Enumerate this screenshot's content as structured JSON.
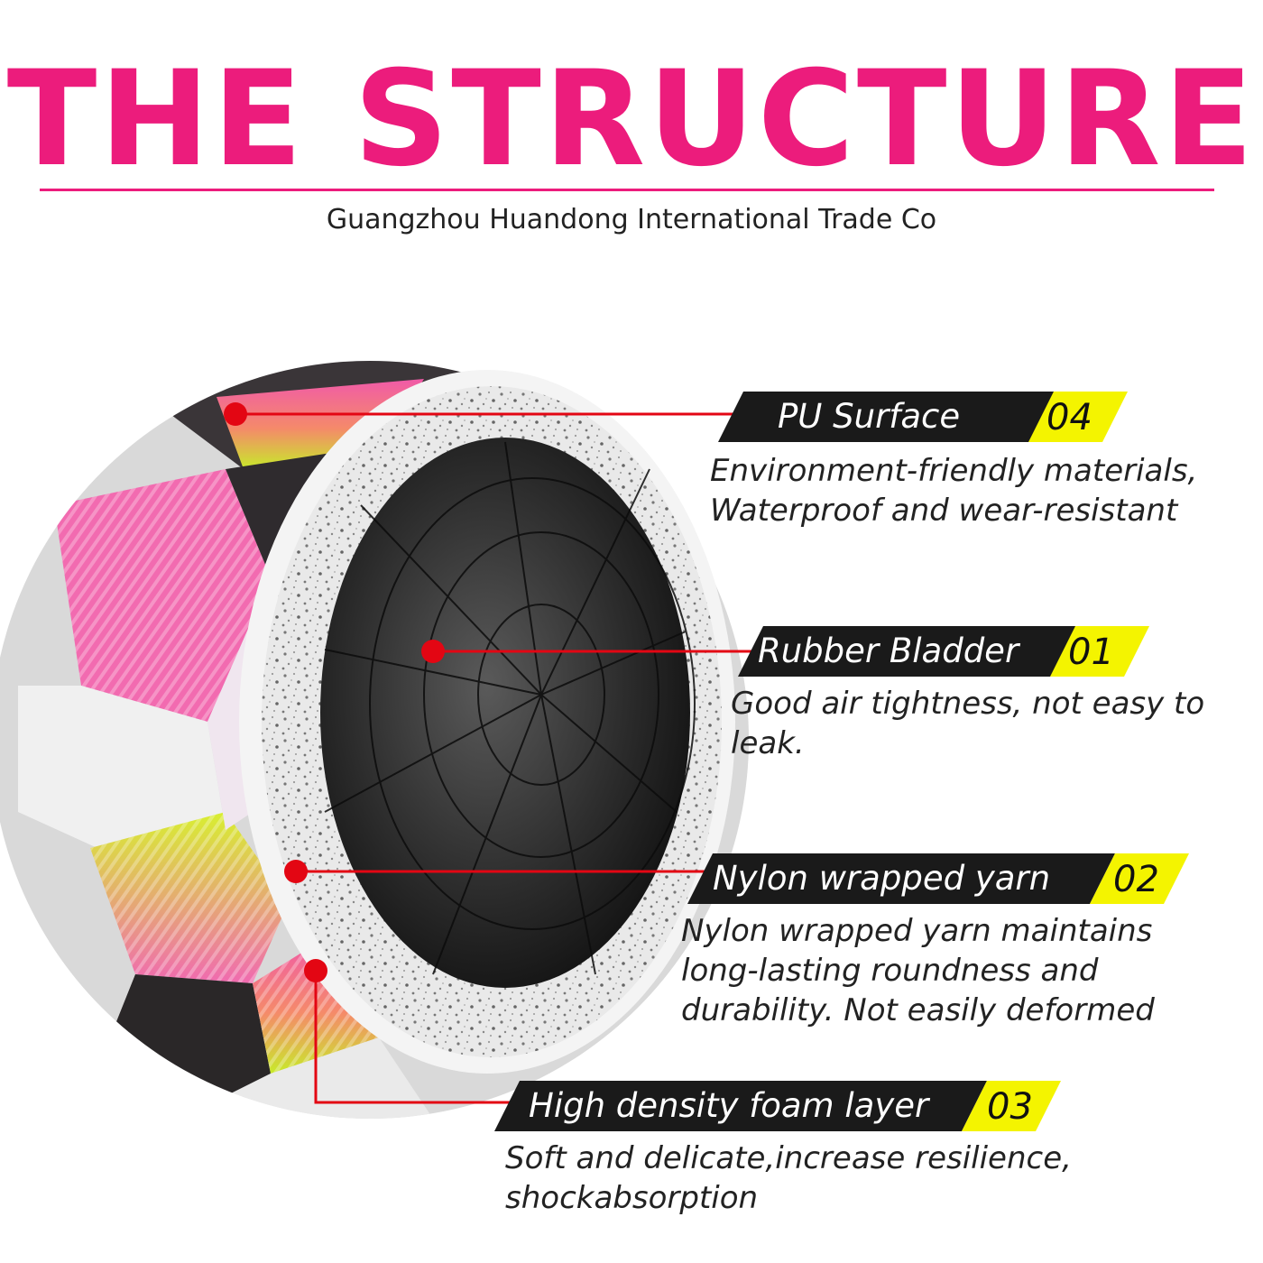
{
  "header": {
    "title": "THE STRUCTURE",
    "company": "Guangzhou Huandong International Trade Co"
  },
  "colors": {
    "title_pink": "#ec1c7c",
    "banner_dark": "#1a1a1a",
    "number_yellow": "#f4f400",
    "leader_red": "#e30613"
  },
  "layers": [
    {
      "label": "PU Surface",
      "number": "04",
      "description": [
        "Environment-friendly materials,",
        "Waterproof and wear-resistant"
      ]
    },
    {
      "label": "Rubber Bladder",
      "number": "01",
      "description": [
        "Good air tightness, not easy to",
        "leak."
      ]
    },
    {
      "label": "Nylon wrapped yarn",
      "number": "02",
      "description": [
        "Nylon wrapped yarn maintains",
        "long-lasting roundness and",
        "durability. Not easily deformed"
      ]
    },
    {
      "label": "High density foam layer",
      "number": "03",
      "description": [
        "Soft and delicate,increase resilience,",
        "shockabsorption"
      ]
    }
  ]
}
